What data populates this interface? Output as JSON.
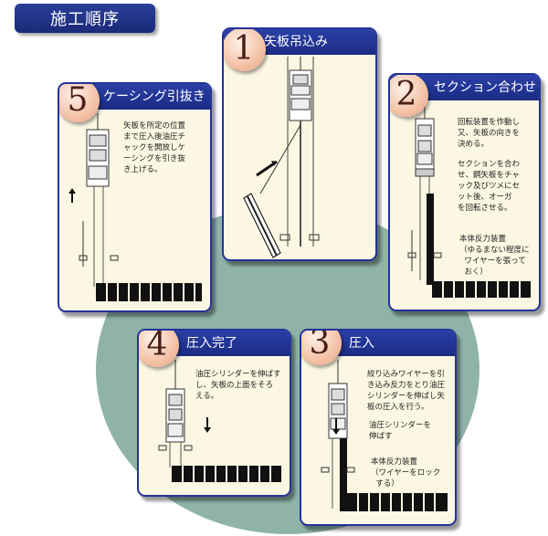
{
  "header": {
    "title": "施工順序"
  },
  "steps": [
    {
      "num": "1",
      "title": "矢板吊込み"
    },
    {
      "num": "2",
      "title": "セクション合わせ",
      "text1": "回転装置を作動し\n又、矢板の向きを\n決める。",
      "text2": "セクションを合わ\nせ、鋼矢板をチャ\nック及びツメにセ\nット後、オーガ\nを回転させる。",
      "text3": "本体反力装置\n（ゆるまない程度に\n  ワイヤーを張って\n  おく）"
    },
    {
      "num": "3",
      "title": "圧入",
      "text1": "絞り込みワイヤーを引\nき込み反力をとり油圧\nシリンダーを伸ばし矢\n板の圧入を行う。",
      "text2": "油圧シリンダーを\n伸ばす",
      "text3": "本体反力装置\n（ワイヤーをロック\n  する）"
    },
    {
      "num": "4",
      "title": "圧入完了",
      "text1": "油圧シリンダーを伸ばす\nし、矢板の上面をそろ\nえる。"
    },
    {
      "num": "5",
      "title": "ケーシング引抜き",
      "text1": "矢板を所定の位置\nまで圧入後油圧チ\nャックを開放しケ\nーシングを引き抜\nき上げる。"
    }
  ]
}
